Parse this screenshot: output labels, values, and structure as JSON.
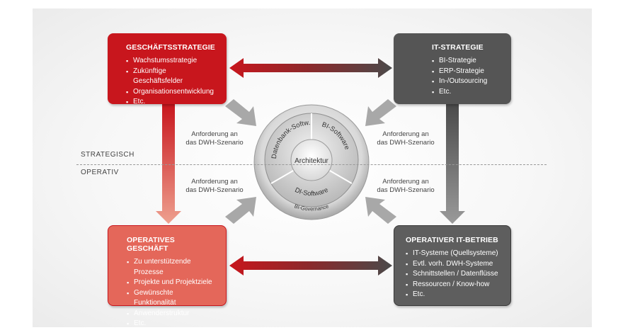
{
  "boxes": {
    "business_strategy": {
      "title": "GESCHÄFTSSTRATEGIE",
      "items": [
        "Wachstumsstrategie",
        "Zukünftige Geschäftsfelder",
        "Organisationsentwicklung",
        "Etc."
      ],
      "color": "#c8161d"
    },
    "it_strategy": {
      "title": "IT-STRATEGIE",
      "items": [
        "BI-Strategie",
        "ERP-Strategie",
        "In-/Outsourcing",
        "Etc."
      ],
      "color": "#555555"
    },
    "operative_business": {
      "title": "OPERATIVES GESCHÄFT",
      "items": [
        "Zu unterstützende Prozesse",
        "Projekte und Projektziele",
        "Gewünschte Funktionalität",
        "Anwenderstruktur",
        "Etc."
      ],
      "color": "#e4675a"
    },
    "it_operations": {
      "title": "OPERATIVER IT-BETRIEB",
      "items": [
        "IT-Systeme (Quellsysteme)",
        "Evtl. vorh. DWH-Systeme",
        "Schnittstellen / Datenflüsse",
        "Ressourcen / Know-how",
        "Etc."
      ],
      "color": "#5e5e5e"
    }
  },
  "requirement_labels": {
    "top_left": {
      "line1": "Anforderung an",
      "line2": "das DWH-Szenario"
    },
    "top_right": {
      "line1": "Anforderung an",
      "line2": "das DWH-Szenario"
    },
    "bottom_left": {
      "line1": "Anforderung an",
      "line2": "das DWH-Szenario"
    },
    "bottom_right": {
      "line1": "Anforderung an",
      "line2": "das DWH-Szenario"
    }
  },
  "levels": {
    "strategic": "STRATEGISCH",
    "operative": "OPERATIV"
  },
  "center": {
    "core": "Architektur",
    "segments": [
      "Datenbank-Softw.",
      "BI-Software",
      "DI-Software"
    ],
    "ring": "BI-Governance"
  },
  "colors": {
    "red": "#c8161d",
    "gray": "#555555",
    "arrow_gray": "#a8a8a8"
  }
}
